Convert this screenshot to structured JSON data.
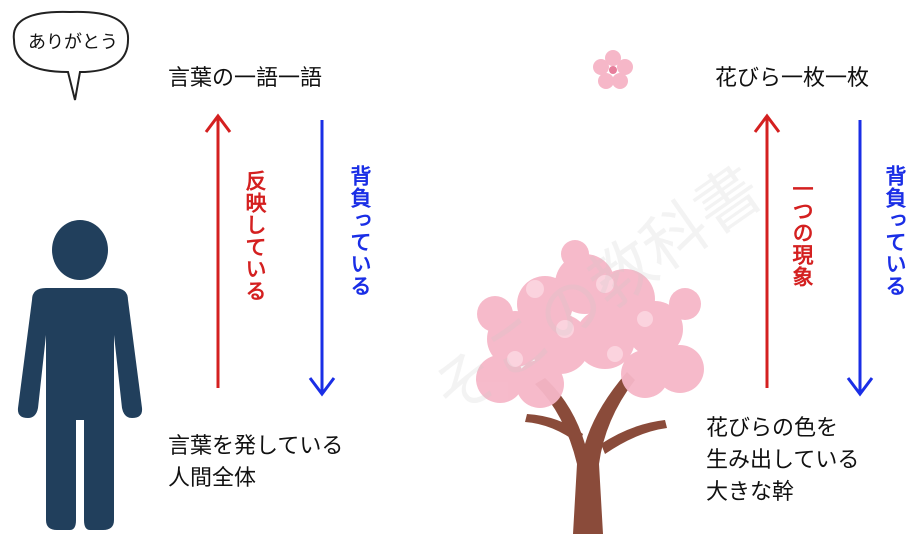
{
  "speech_bubble": {
    "text": "ありがとう"
  },
  "left": {
    "top_label": "言葉の一語一語",
    "up_arrow_label": "反映している",
    "down_arrow_label": "背負っている",
    "bottom_label_lines": [
      "言葉を発している",
      "人間全体"
    ]
  },
  "right": {
    "top_label": "花びら一枚一枚",
    "up_arrow_label": "一つの現象",
    "down_arrow_label": "背負っている",
    "bottom_label_lines": [
      "花びらの色を",
      "生み出している",
      "大きな幹"
    ]
  },
  "colors": {
    "person": "#213f5c",
    "up_arrow": "#d42020",
    "down_arrow": "#1a2ee6",
    "blossom": "#f6b7c8",
    "trunk": "#8a4b3a"
  },
  "watermark": "そこの教科書"
}
